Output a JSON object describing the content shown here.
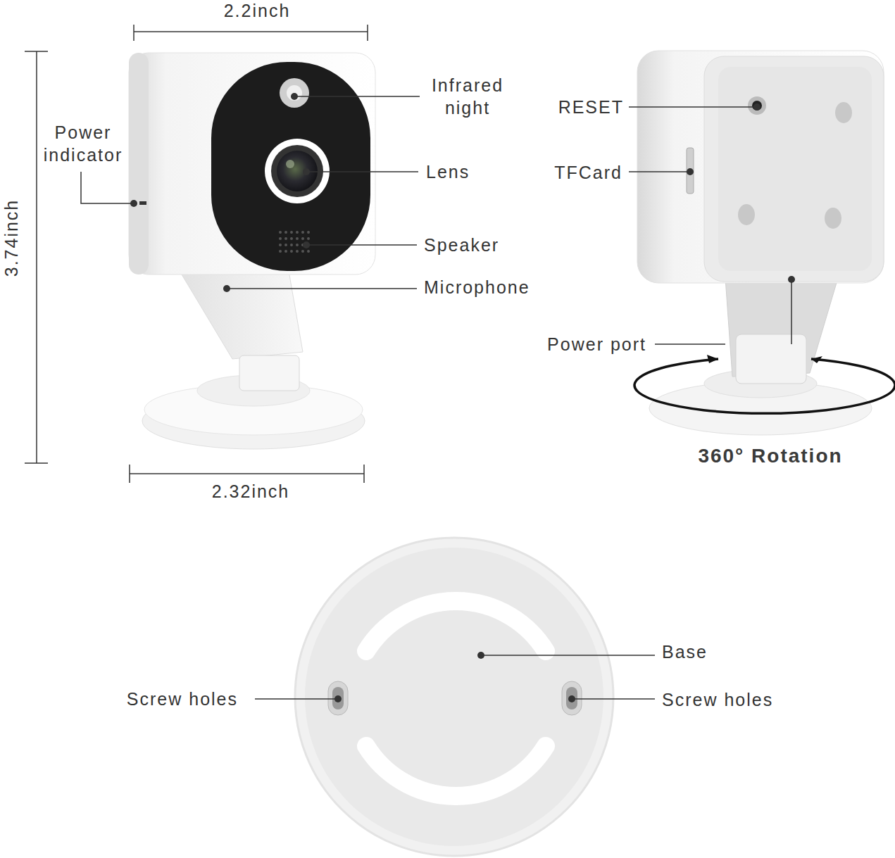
{
  "diagram": {
    "labels": [
      "2.2inch",
      "3.74inch",
      "Power indicator",
      "Infrared night",
      "Lens",
      "Speaker",
      "Microphone",
      "2.32inch",
      "RESET",
      "TFCard",
      "Power port",
      "360° Rotation",
      "Base",
      "Screw holes",
      "Screw holes"
    ]
  }
}
